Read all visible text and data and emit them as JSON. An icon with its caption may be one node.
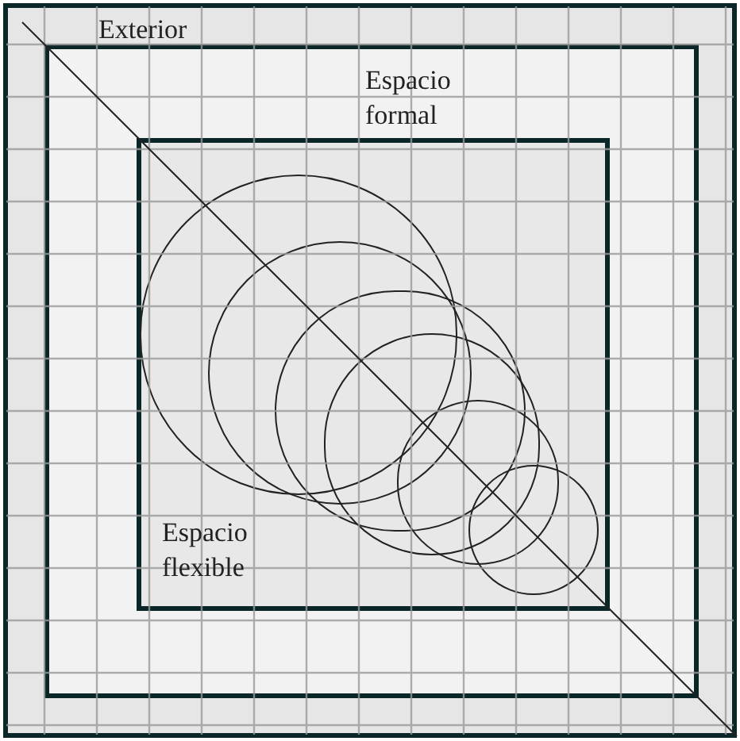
{
  "diagram": {
    "nodes": [
      {
        "text": [
          "Exterior"
        ]
      },
      {
        "text": [
          "Espacio formal"
        ],
        "in": 0
      },
      {
        "text": [
          "Espacio flexible"
        ],
        "in": 1
      },
      {
        "text": [],
        "shape": "circle",
        "in": 2
      },
      {
        "text": [],
        "shape": "circle",
        "in": 2
      },
      {
        "text": [],
        "shape": "circle",
        "in": 2
      },
      {
        "text": [],
        "shape": "circle",
        "in": 2
      },
      {
        "text": [],
        "shape": "circle",
        "in": 2
      },
      {
        "text": [],
        "shape": "circle",
        "in": 2
      }
    ]
  }
}
